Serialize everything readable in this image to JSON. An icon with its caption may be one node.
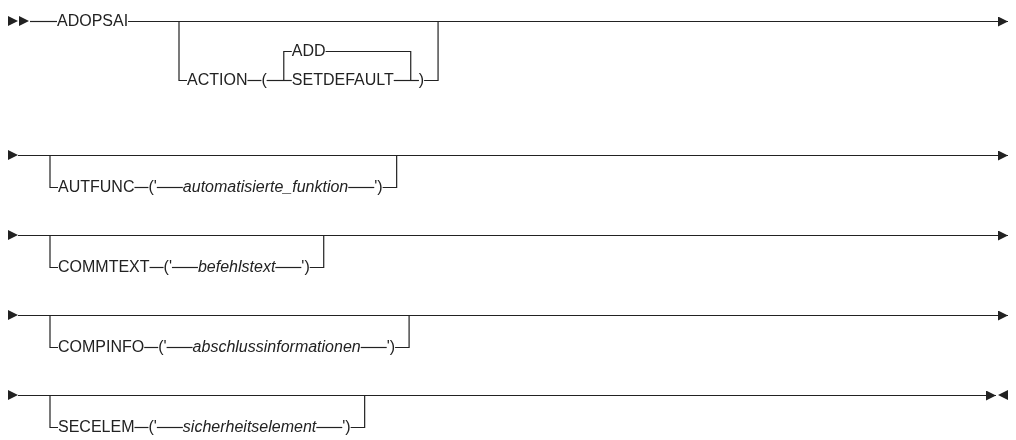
{
  "diagram": {
    "nodes": [
      {
        "text": [],
        "shape": "triangle"
      },
      {
        "text": [
          "ADOPSAI"
        ]
      },
      {
        "text": [
          "ADD"
        ]
      },
      {
        "text": [
          "ACTION"
        ]
      },
      {
        "text": [
          "("
        ]
      },
      {
        "text": [
          "SETDEFAULT"
        ]
      },
      {
        "text": [
          ")"
        ]
      },
      {
        "text": [],
        "shape": "triangle"
      },
      {
        "text": [
          "AUTFUNC"
        ]
      },
      {
        "text": [
          "('"
        ]
      },
      {
        "text": [
          "automatisierte_funktion"
        ]
      },
      {
        "text": [
          "')"
        ]
      },
      {
        "text": [],
        "shape": "triangle"
      },
      {
        "text": [
          "COMMTEXT"
        ]
      },
      {
        "text": [
          "('"
        ]
      },
      {
        "text": [
          "befehlstext"
        ]
      },
      {
        "text": [
          "')"
        ]
      },
      {
        "text": [],
        "shape": "triangle"
      },
      {
        "text": [
          "COMPINFO"
        ]
      },
      {
        "text": [
          "('"
        ]
      },
      {
        "text": [
          "abschlussinformationen"
        ]
      },
      {
        "text": [
          "')"
        ]
      },
      {
        "text": [],
        "shape": "triangle"
      },
      {
        "text": [
          "SECELEM"
        ]
      },
      {
        "text": [
          "('"
        ]
      },
      {
        "text": [
          "sicherheitselement"
        ]
      },
      {
        "text": [
          "')"
        ]
      }
    ],
    "edges": [
      {
        "from": 0,
        "to": 1,
        "arrow": "none"
      },
      {
        "from": 1,
        "to": null,
        "arrow": "to"
      },
      {
        "from": 1,
        "to": 3,
        "arrow": "none"
      },
      {
        "from": 3,
        "to": 4,
        "arrow": "none"
      },
      {
        "from": 4,
        "to": 2,
        "arrow": "none"
      },
      {
        "from": 4,
        "to": 5,
        "arrow": "none"
      },
      {
        "from": 2,
        "to": 6,
        "arrow": "none"
      },
      {
        "from": 5,
        "to": 6,
        "arrow": "none"
      },
      {
        "from": 6,
        "to": null,
        "arrow": "none"
      },
      {
        "from": 7,
        "to": null,
        "arrow": "to"
      },
      {
        "from": 7,
        "to": 8,
        "arrow": "none"
      },
      {
        "from": 8,
        "to": 9,
        "arrow": "none"
      },
      {
        "from": 9,
        "to": 10,
        "arrow": "none"
      },
      {
        "from": 10,
        "to": 11,
        "arrow": "none"
      },
      {
        "from": 11,
        "to": null,
        "arrow": "none"
      },
      {
        "from": 12,
        "to": null,
        "arrow": "to"
      },
      {
        "from": 12,
        "to": 13,
        "arrow": "none"
      },
      {
        "from": 13,
        "to": 14,
        "arrow": "none"
      },
      {
        "from": 14,
        "to": 15,
        "arrow": "none"
      },
      {
        "from": 15,
        "to": 16,
        "arrow": "none"
      },
      {
        "from": 16,
        "to": null,
        "arrow": "none"
      },
      {
        "from": 17,
        "to": null,
        "arrow": "to"
      },
      {
        "from": 17,
        "to": 18,
        "arrow": "none"
      },
      {
        "from": 18,
        "to": 19,
        "arrow": "none"
      },
      {
        "from": 19,
        "to": 20,
        "arrow": "none"
      },
      {
        "from": 20,
        "to": 21,
        "arrow": "none"
      },
      {
        "from": 21,
        "to": null,
        "arrow": "none"
      },
      {
        "from": 22,
        "to": null,
        "arrow": "to"
      },
      {
        "from": 22,
        "to": 23,
        "arrow": "none"
      },
      {
        "from": 23,
        "to": 24,
        "arrow": "none"
      },
      {
        "from": 24,
        "to": 25,
        "arrow": "none"
      },
      {
        "from": 25,
        "to": 26,
        "arrow": "none"
      },
      {
        "from": 26,
        "to": null,
        "arrow": "none"
      }
    ]
  }
}
